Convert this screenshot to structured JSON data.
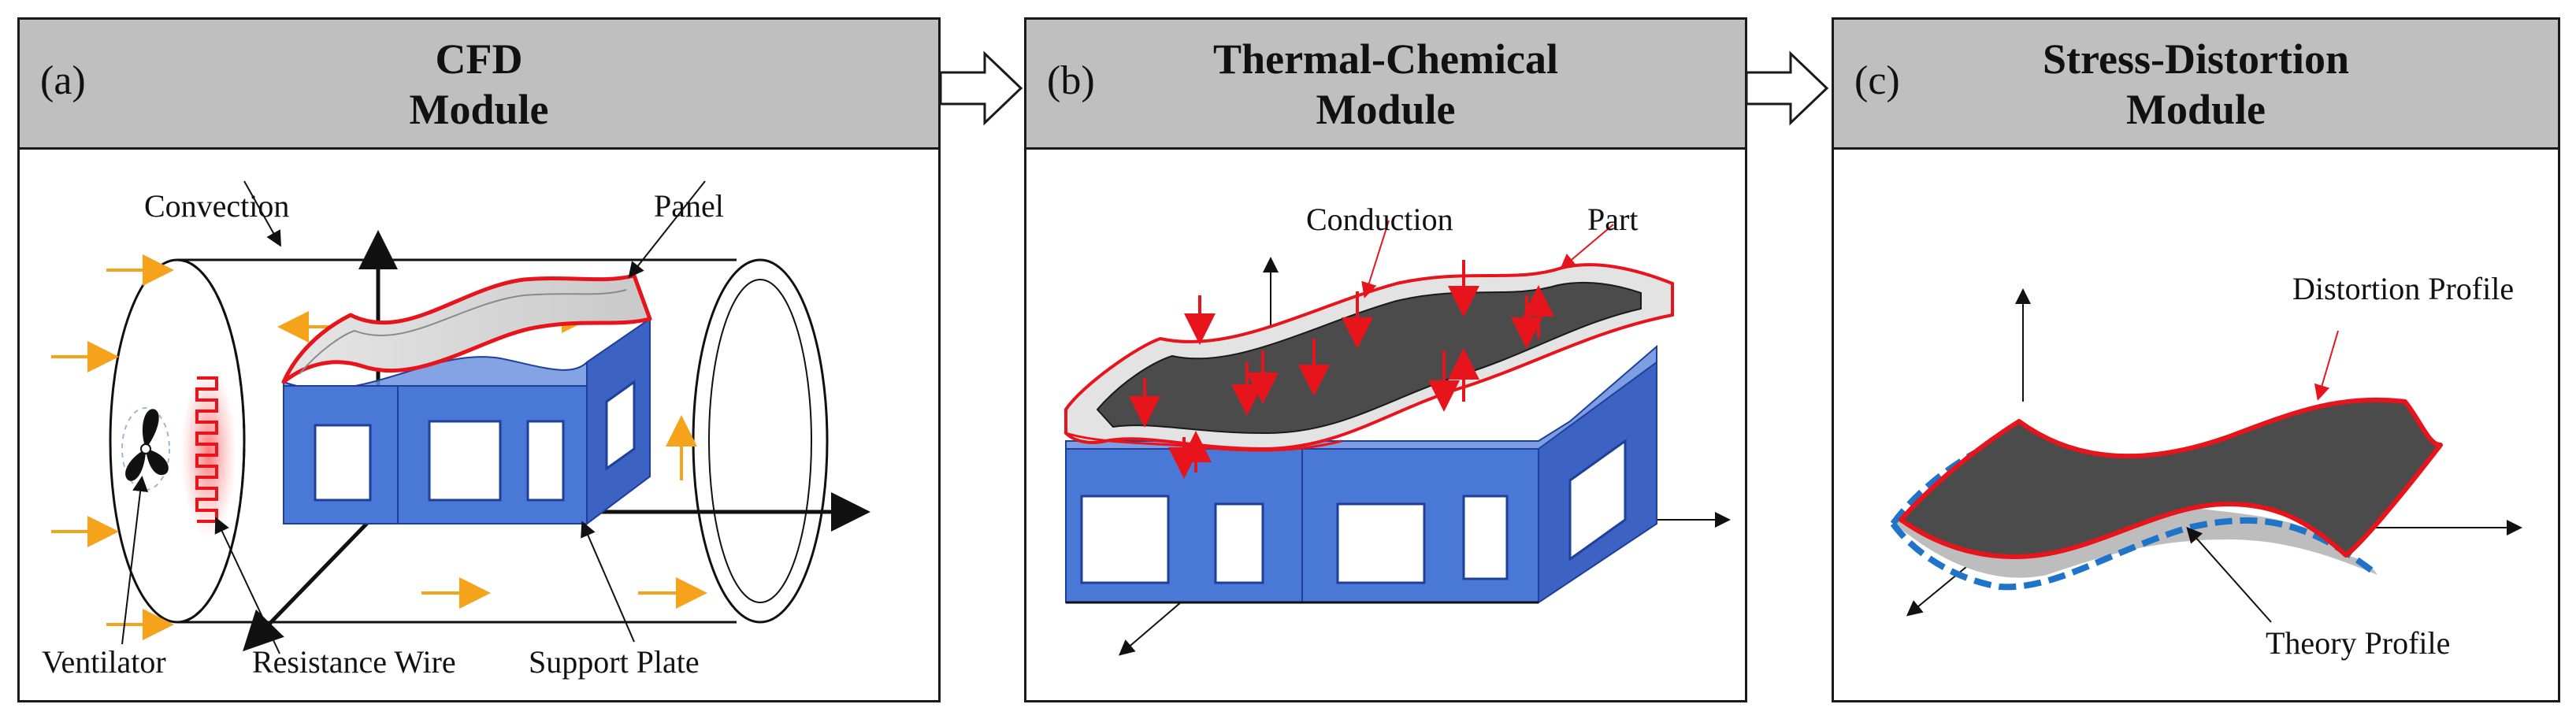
{
  "panels": [
    {
      "letter": "(a)",
      "title_line1": "CFD",
      "title_line2": "Module",
      "labels": {
        "convection": "Convection",
        "panel": "Panel",
        "ventilator": "Ventilator",
        "resistance_wire": "Resistance Wire",
        "support_plate": "Support Plate"
      }
    },
    {
      "letter": "(b)",
      "title_line1": "Thermal-Chemical",
      "title_line2": "Module",
      "labels": {
        "conduction": "Conduction",
        "part": "Part"
      }
    },
    {
      "letter": "(c)",
      "title_line1": "Stress-Distortion",
      "title_line2": "Module",
      "labels": {
        "distortion_profile": "Distortion Profile",
        "theory_profile": "Theory Profile"
      }
    }
  ],
  "colors": {
    "header_bg": "#bfbfbf",
    "support_blue": "#4a78d6",
    "panel_edge_red": "#e8141b",
    "airflow_orange": "#f5a31a",
    "part_dark": "#4b4b4b",
    "theory_dash_blue": "#1f74c9"
  }
}
